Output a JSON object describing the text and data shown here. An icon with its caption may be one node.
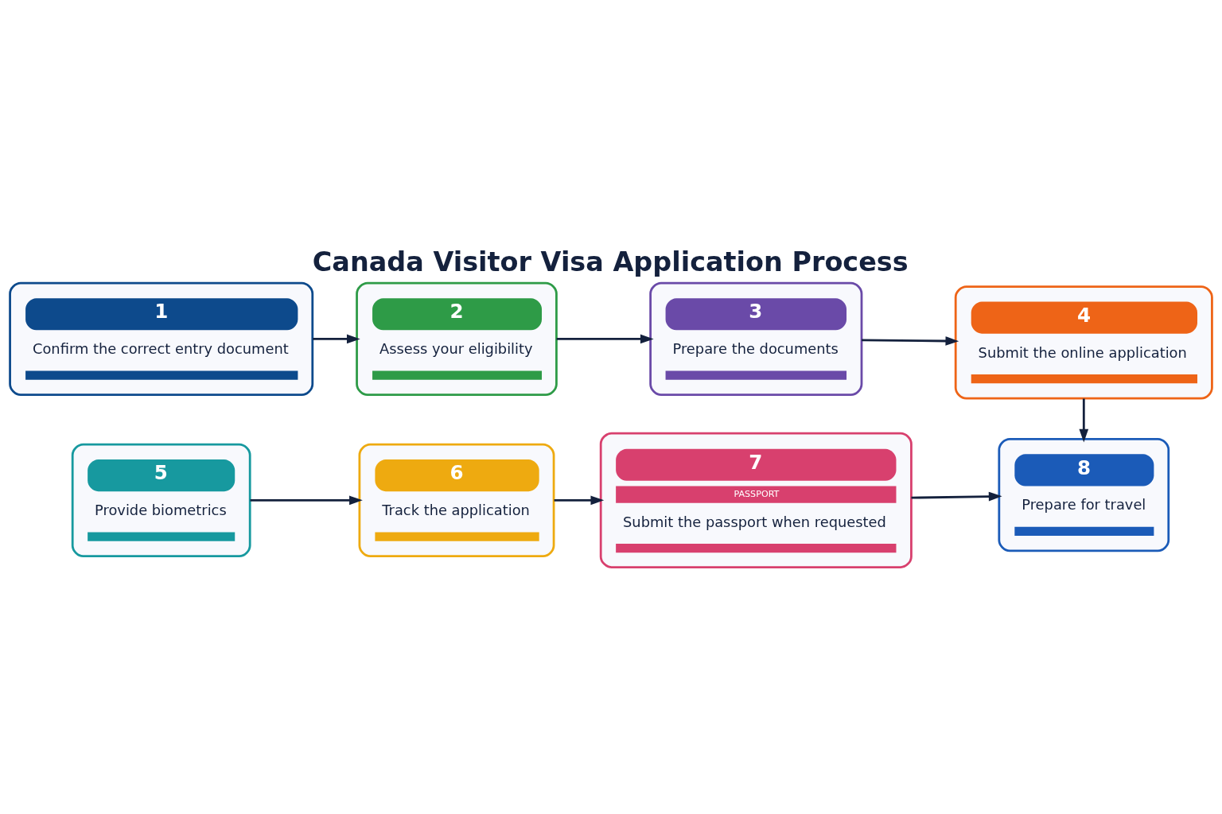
{
  "diagram": {
    "title": "Canada Visitor Visa Application Process",
    "nodes": [
      {
        "text": [
          "1",
          "Confirm the correct entry document"
        ]
      },
      {
        "text": [
          "2",
          "Assess your eligibility"
        ]
      },
      {
        "text": [
          "3",
          "Prepare the documents"
        ]
      },
      {
        "text": [
          "4",
          "Submit the online application"
        ]
      },
      {
        "text": [
          "5",
          "Provide biometrics"
        ]
      },
      {
        "text": [
          "6",
          "Track the application"
        ]
      },
      {
        "text": [
          "7",
          "PASSPORT",
          "Submit the passport when requested"
        ]
      },
      {
        "text": [
          "8",
          "Prepare for travel"
        ]
      }
    ],
    "edges": [
      {
        "from": 0,
        "to": 1,
        "arrow": "to"
      },
      {
        "from": 1,
        "to": 2,
        "arrow": "to"
      },
      {
        "from": 2,
        "to": 3,
        "arrow": "to"
      },
      {
        "from": 3,
        "to": 7,
        "arrow": "to"
      },
      {
        "from": 4,
        "to": 5,
        "arrow": "to"
      },
      {
        "from": 5,
        "to": 6,
        "arrow": "to"
      },
      {
        "from": 6,
        "to": 7,
        "arrow": "to"
      }
    ]
  }
}
